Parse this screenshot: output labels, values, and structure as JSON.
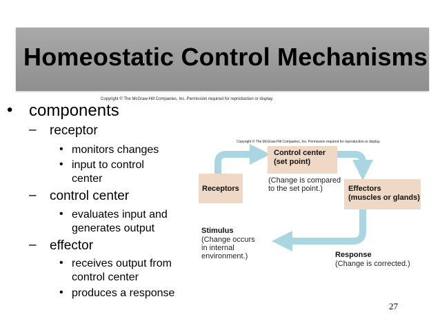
{
  "slide": {
    "title": "Homeostatic Control Mechanisms",
    "page_number": "27",
    "copyright_top": "Copyright © The McGraw-Hill Companies, Inc. Permission required for reproduction or display.",
    "copyright_diagram": "Copyright © The McGraw-Hill Companies, Inc. Permission required for reproduction or display."
  },
  "bullets": {
    "l1": "components",
    "receptor": "receptor",
    "receptor_sub": [
      "monitors changes",
      "input to control",
      "center"
    ],
    "control": "control center",
    "control_sub": [
      "evaluates input and",
      "generates output"
    ],
    "effector": "effector",
    "effector_sub": [
      "receives output from",
      "control center",
      "produces a response"
    ]
  },
  "diagram": {
    "control_center": [
      "Control center",
      "(set point)"
    ],
    "compare": [
      "(Change is compared",
      "to the set point.)"
    ],
    "receptors": "Receptors",
    "effectors": [
      "Effectors",
      "(muscles or glands)"
    ],
    "stimulus_title": "Stimulus",
    "stimulus_body": [
      "(Change occurs",
      "in internal",
      "environment.)"
    ],
    "response_title": "Response",
    "response_body": "(Change is corrected.)",
    "colors": {
      "box": "#efd9c6",
      "arrow": "#a9d6e0",
      "title_bar": "#9c9c9c"
    }
  }
}
